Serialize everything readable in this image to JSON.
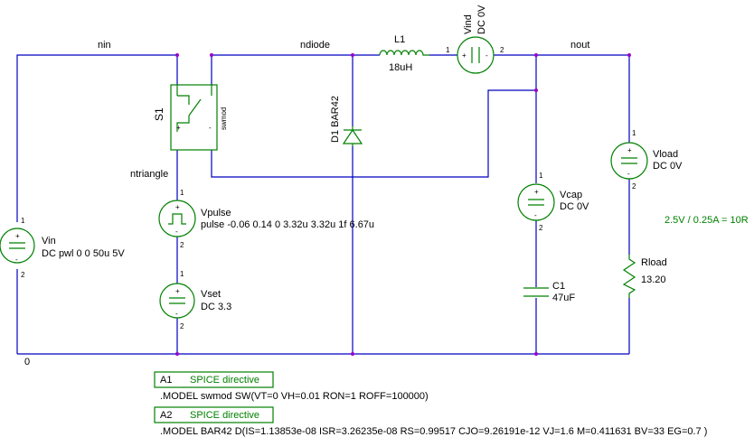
{
  "nets": {
    "nin": "nin",
    "ndiode": "ndiode",
    "nout": "nout",
    "ntriangle": "ntriangle",
    "ground": "0"
  },
  "components": {
    "s1": {
      "name": "S1",
      "model": "swmod"
    },
    "d1": {
      "name": "D1",
      "model": "BAR42"
    },
    "l1": {
      "name": "L1",
      "value": "18uH"
    },
    "vind": {
      "name": "Vind",
      "value": "DC 0V"
    },
    "vin": {
      "name": "Vin",
      "value": "DC pwl 0 0 50u 5V"
    },
    "vpulse": {
      "name": "Vpulse",
      "value": "pulse -0.06 0.14 0 3.32u 3.32u 1f 6.67u"
    },
    "vset": {
      "name": "Vset",
      "value": "DC 3.3"
    },
    "vcap": {
      "name": "Vcap",
      "value": "DC 0V"
    },
    "c1": {
      "name": "C1",
      "value": "47uF"
    },
    "vload": {
      "name": "Vload",
      "value": "DC 0V"
    },
    "rload": {
      "name": "Rload",
      "value": "13.20"
    }
  },
  "pins": {
    "one": "1",
    "two": "2",
    "plus": "+",
    "minus": "-"
  },
  "annotation": "2.5V / 0.25A = 10R",
  "directives": [
    {
      "name": "A1",
      "type": "SPICE directive",
      "text": ".MODEL swmod SW(VT=0 VH=0.01 RON=1 ROFF=100000)"
    },
    {
      "name": "A2",
      "type": "SPICE directive",
      "text": ".MODEL BAR42 D(IS=1.13853e-08 ISR=3.26235e-08 RS=0.99517 CJO=9.26191e-12 VJ=1.6 M=0.411631 BV=33 EG=0.7 )"
    }
  ],
  "colors": {
    "wire": "#0000c0",
    "component": "#008000",
    "junction": "#9900cc"
  }
}
